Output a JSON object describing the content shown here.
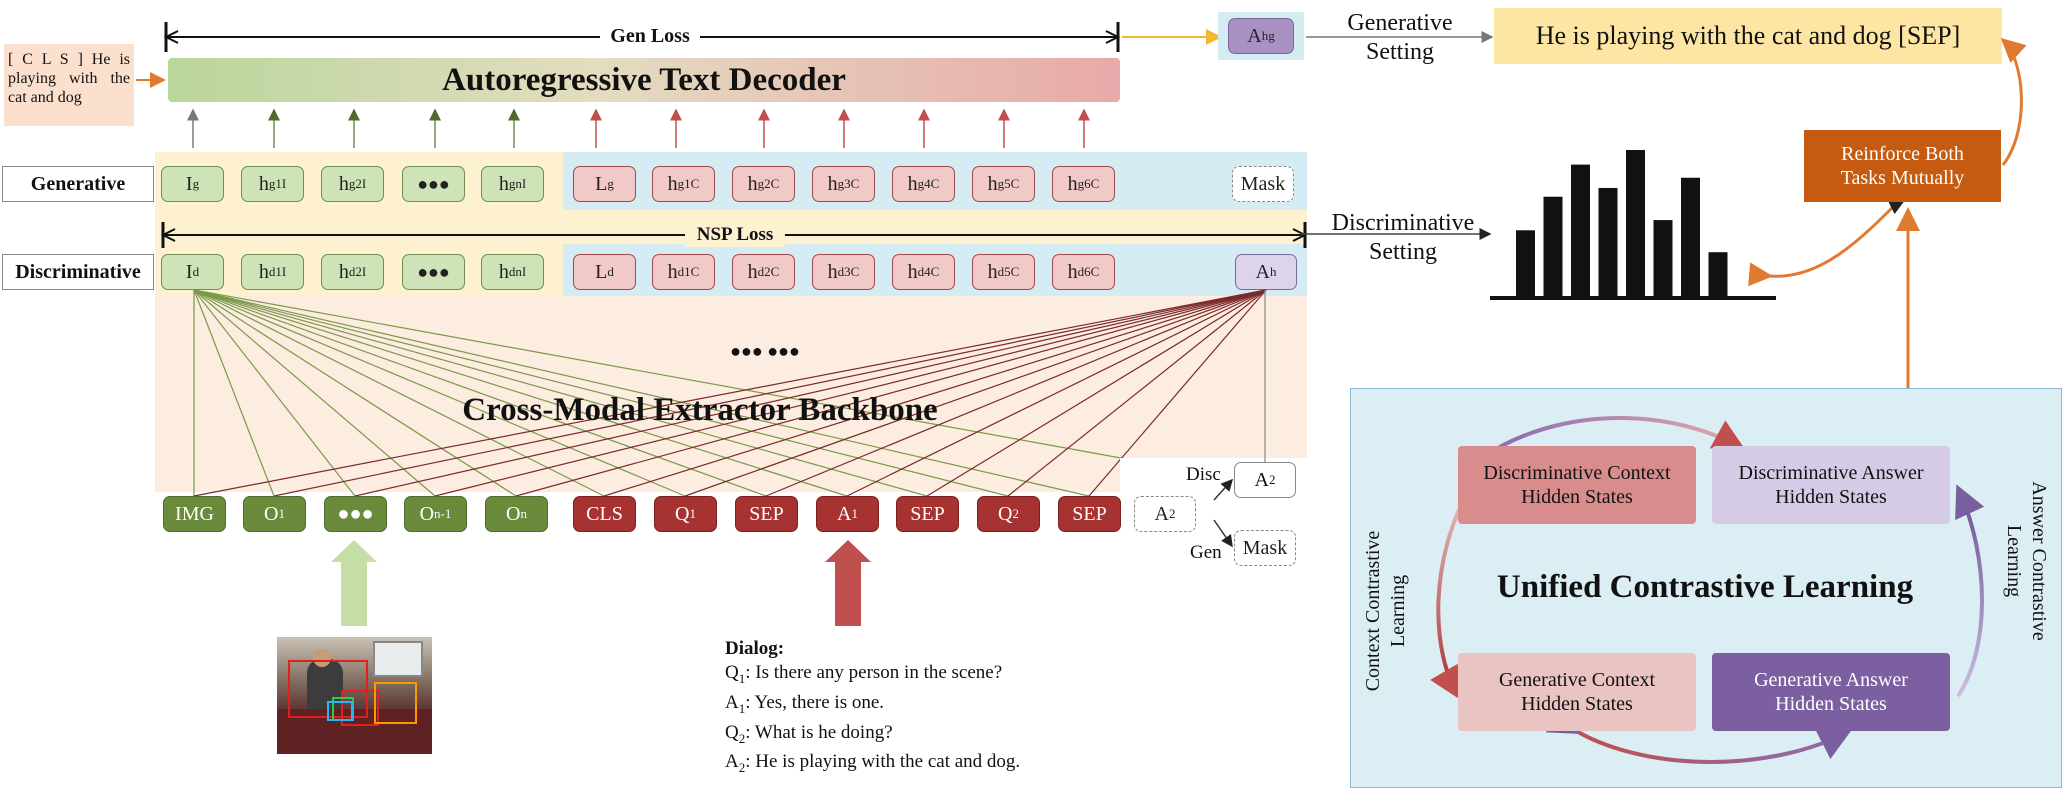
{
  "top": {
    "gen_loss": "Gen Loss",
    "decoder_title": "Autoregressive Text Decoder",
    "cls_text": "[ C L S ] He is playing with the cat and dog",
    "ahg": {
      "base": "A",
      "sub": "h",
      "sup": "g"
    },
    "generative_setting": [
      "Generative",
      "Setting"
    ],
    "output_text": "He is playing with the cat and dog [SEP]"
  },
  "rows": {
    "generative_label": "Generative",
    "discriminative_label": "Discriminative",
    "nsp_loss": "NSP Loss",
    "mask": "Mask",
    "gen_tokens": [
      {
        "b": "I",
        "sub": "g",
        "sup": ""
      },
      {
        "b": "h",
        "sub": "g1",
        "sup": "I"
      },
      {
        "b": "h",
        "sub": "g2",
        "sup": "I"
      },
      {
        "b": "●●●",
        "sub": "",
        "sup": ""
      },
      {
        "b": "h",
        "sub": "gn",
        "sup": "I"
      },
      {
        "b": "L",
        "sub": "g",
        "sup": ""
      },
      {
        "b": "h",
        "sub": "g1",
        "sup": "C"
      },
      {
        "b": "h",
        "sub": "g2",
        "sup": "C"
      },
      {
        "b": "h",
        "sub": "g3",
        "sup": "C"
      },
      {
        "b": "h",
        "sub": "g4",
        "sup": "C"
      },
      {
        "b": "h",
        "sub": "g5",
        "sup": "C"
      },
      {
        "b": "h",
        "sub": "g6",
        "sup": "C"
      }
    ],
    "disc_tokens": [
      {
        "b": "I",
        "sub": "d",
        "sup": ""
      },
      {
        "b": "h",
        "sub": "d1",
        "sup": "I"
      },
      {
        "b": "h",
        "sub": "d2",
        "sup": "I"
      },
      {
        "b": "●●●",
        "sub": "",
        "sup": ""
      },
      {
        "b": "h",
        "sub": "dn",
        "sup": "I"
      },
      {
        "b": "L",
        "sub": "d",
        "sup": ""
      },
      {
        "b": "h",
        "sub": "d1",
        "sup": "C"
      },
      {
        "b": "h",
        "sub": "d2",
        "sup": "C"
      },
      {
        "b": "h",
        "sub": "d3",
        "sup": "C"
      },
      {
        "b": "h",
        "sub": "d4",
        "sup": "C"
      },
      {
        "b": "h",
        "sub": "d5",
        "sup": "C"
      },
      {
        "b": "h",
        "sub": "d6",
        "sup": "C"
      }
    ],
    "ah": {
      "b": "A",
      "sub": "h",
      "sup": ""
    }
  },
  "backbone": {
    "title": "Cross-Modal Extractor Backbone",
    "dots": "●●● ●●●"
  },
  "inputs": {
    "tokens": [
      {
        "b": "IMG",
        "sub": ""
      },
      {
        "b": "O",
        "sub": "1"
      },
      {
        "b": "●●●",
        "sub": ""
      },
      {
        "b": "O",
        "sub": "n-1"
      },
      {
        "b": "O",
        "sub": "n"
      },
      {
        "b": "CLS",
        "sub": ""
      },
      {
        "b": "Q",
        "sub": "1"
      },
      {
        "b": "SEP",
        "sub": ""
      },
      {
        "b": "A",
        "sub": "1"
      },
      {
        "b": "SEP",
        "sub": ""
      },
      {
        "b": "Q",
        "sub": "2"
      },
      {
        "b": "SEP",
        "sub": ""
      }
    ],
    "a2": {
      "b": "A",
      "sub": "2"
    },
    "disc": "Disc",
    "gen": "Gen",
    "mask": "Mask"
  },
  "dialog": {
    "heading": "Dialog:",
    "lines": [
      {
        "s": "Q",
        "sub": "1",
        "t": ": Is there any person in the scene?"
      },
      {
        "s": "A",
        "sub": "1",
        "t": ": Yes, there is one."
      },
      {
        "s": "Q",
        "sub": "2",
        "t": ": What is he doing?"
      },
      {
        "s": "A",
        "sub": "2",
        "t": ": He is playing with the cat and dog."
      }
    ]
  },
  "right": {
    "discriminative_setting": [
      "Discriminative",
      "Setting"
    ],
    "reinforce": [
      "Reinforce Both",
      "Tasks Mutually"
    ],
    "histogram_values": [
      0.45,
      0.68,
      0.9,
      0.74,
      1.0,
      0.52,
      0.81,
      0.3
    ],
    "contrastive_title": "Unified Contrastive Learning",
    "dch": [
      "Discriminative Context",
      "Hidden States"
    ],
    "dah": [
      "Discriminative Answer",
      "Hidden States"
    ],
    "gch": [
      "Generative Context",
      "Hidden States"
    ],
    "gah": [
      "Generative Answer",
      "Hidden States"
    ],
    "ccl": [
      "Context Contrastive",
      "Learning"
    ],
    "acl": [
      "Answer Contrastive",
      "Learning"
    ]
  },
  "colors": {
    "green_light": "#cfe3b8",
    "red_light": "#f2c9c9",
    "green_dark": "#6a8a3c",
    "red_dark": "#a63232",
    "orange": "#c55a11",
    "lightblue": "#dbeef4",
    "yellow": "#fde6a3"
  }
}
